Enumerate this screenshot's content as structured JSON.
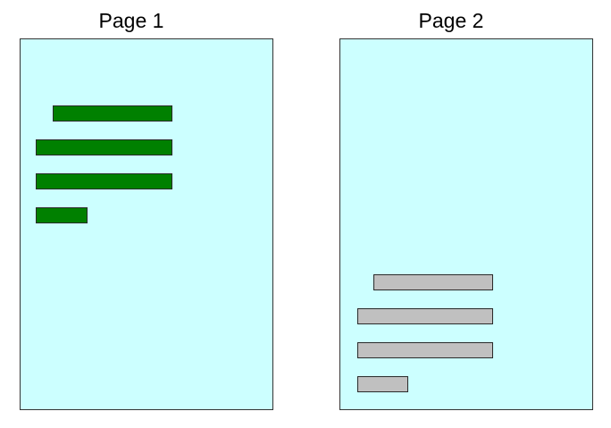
{
  "colors": {
    "page_background": "#ccffff",
    "page1_bar_fill": "#008000",
    "page2_bar_fill": "#c0c0c0"
  },
  "pages": [
    {
      "title": "Page 1",
      "bar_count": 4
    },
    {
      "title": "Page 2",
      "bar_count": 4
    }
  ]
}
